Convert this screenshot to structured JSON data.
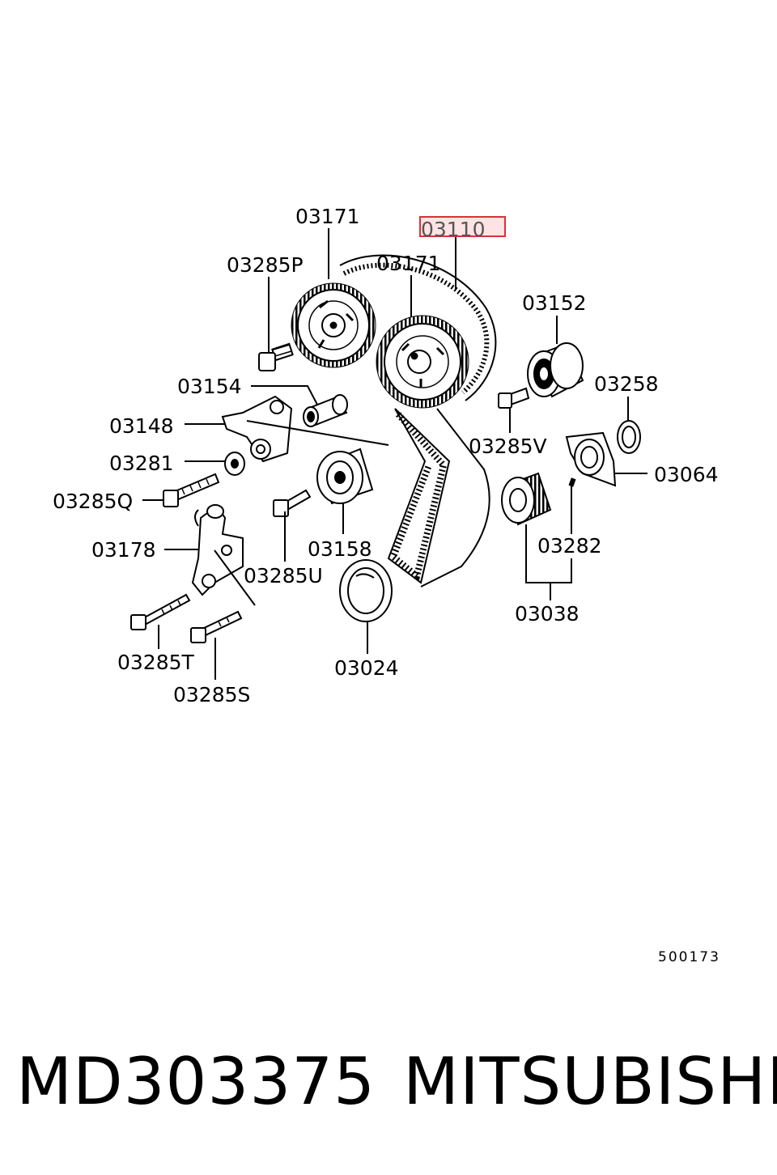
{
  "labels": {
    "l03171a": "03171",
    "l03110": "03110",
    "l03285P": "03285P",
    "l03171b": "03171",
    "l03152": "03152",
    "l03154": "03154",
    "l03258": "03258",
    "l03148": "03148",
    "l03285V": "03285V",
    "l03281": "03281",
    "l03064": "03064",
    "l03285Q": "03285Q",
    "l03158": "03158",
    "l03282": "03282",
    "l03178": "03178",
    "l03285U": "03285U",
    "l03038": "03038",
    "l03285T": "03285T",
    "l03024": "03024",
    "l03285S": "03285S"
  },
  "diagram_code": "500173",
  "part_number": "MD303375",
  "brand": "MITSUBISHI",
  "colors": {
    "highlight_border": "#d9313a",
    "highlight_fill": "#fde3e3",
    "ink": "#000000"
  }
}
